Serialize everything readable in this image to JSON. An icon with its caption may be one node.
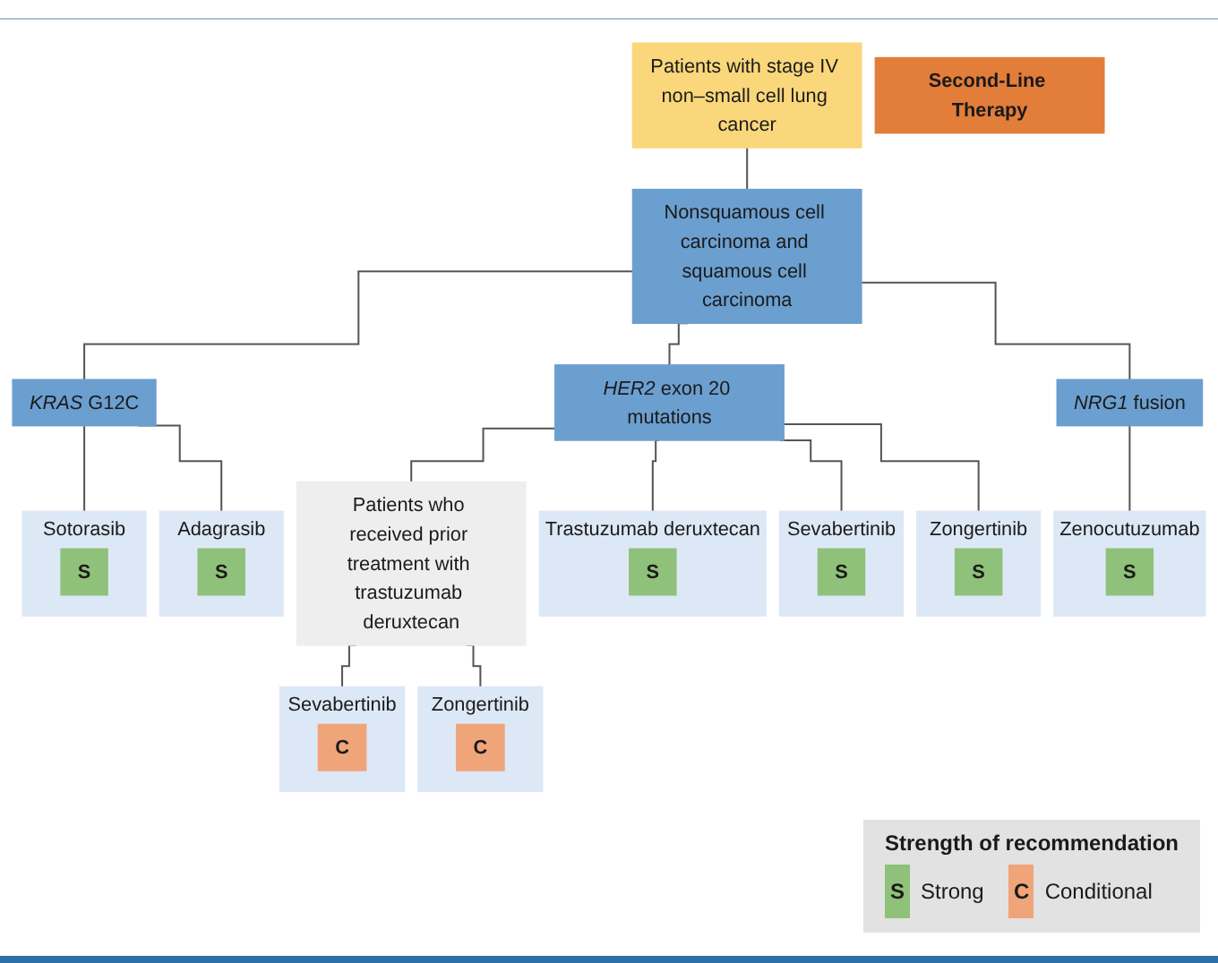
{
  "diagram": {
    "nodes": [
      {
        "text": [
          "Patients with stage IV non–small cell lung cancer"
        ]
      },
      {
        "text": [
          "Nonsquamous cell carcinoma and squamous cell carcinoma"
        ]
      },
      {
        "text": [
          "Second-Line Therapy"
        ]
      },
      {
        "text": [
          "*KRAS* G12C"
        ]
      },
      {
        "text": [
          "*HER2* exon 20 mutations"
        ]
      },
      {
        "text": [
          "*NRG1* fusion"
        ]
      },
      {
        "text": [
          "Sotorasib"
        ]
      },
      {
        "text": [
          "S"
        ],
        "in": 6
      },
      {
        "text": [
          "Trastuzumab deruxtecan"
        ]
      },
      {
        "text": [
          "S"
        ],
        "in": 8
      },
      {
        "text": [
          "Zenocutuzumab"
        ]
      },
      {
        "text": [
          "S"
        ],
        "in": 10
      },
      {
        "text": [
          "Adagrasib"
        ]
      },
      {
        "text": [
          "S"
        ],
        "in": 12
      },
      {
        "text": [
          "Sevabertinib"
        ]
      },
      {
        "text": [
          "S"
        ],
        "in": 14
      },
      {
        "text": [
          "Zongertinib"
        ]
      },
      {
        "text": [
          "S"
        ],
        "in": 16
      },
      {
        "text": [
          "Patients who received prior treatment with trastuzumab deruxtecan"
        ]
      },
      {
        "text": [
          "Sevabertinib"
        ]
      },
      {
        "text": [
          "C"
        ],
        "in": 19
      },
      {
        "text": [
          "Zongertinib"
        ]
      },
      {
        "text": [
          "C"
        ],
        "in": 21
      }
    ],
    "edges": [
      {
        "from": 0,
        "to": 1,
        "arrow": "none"
      },
      {
        "from": 1,
        "to": 3,
        "arrow": "none"
      },
      {
        "from": 1,
        "to": 4,
        "arrow": "none"
      },
      {
        "from": 1,
        "to": 5,
        "arrow": "none"
      },
      {
        "from": 3,
        "to": 6,
        "arrow": "none"
      },
      {
        "from": 3,
        "to": 12,
        "arrow": "none"
      },
      {
        "from": 4,
        "to": 8,
        "arrow": "none"
      },
      {
        "from": 4,
        "to": 14,
        "arrow": "none"
      },
      {
        "from": 4,
        "to": 16,
        "arrow": "none"
      },
      {
        "from": 4,
        "to": 18,
        "arrow": "none"
      },
      {
        "from": 18,
        "to": 19,
        "arrow": "none"
      },
      {
        "from": 18,
        "to": 21,
        "arrow": "none"
      },
      {
        "from": 5,
        "to": 10,
        "arrow": "none"
      }
    ],
    "labels": [
      "Strength of recommendation",
      "S",
      "C"
    ],
    "legend": [
      {
        "text": "Strong",
        "color": "#8fc17a"
      },
      {
        "text": "Conditional",
        "color": "#f0a47a"
      }
    ]
  }
}
